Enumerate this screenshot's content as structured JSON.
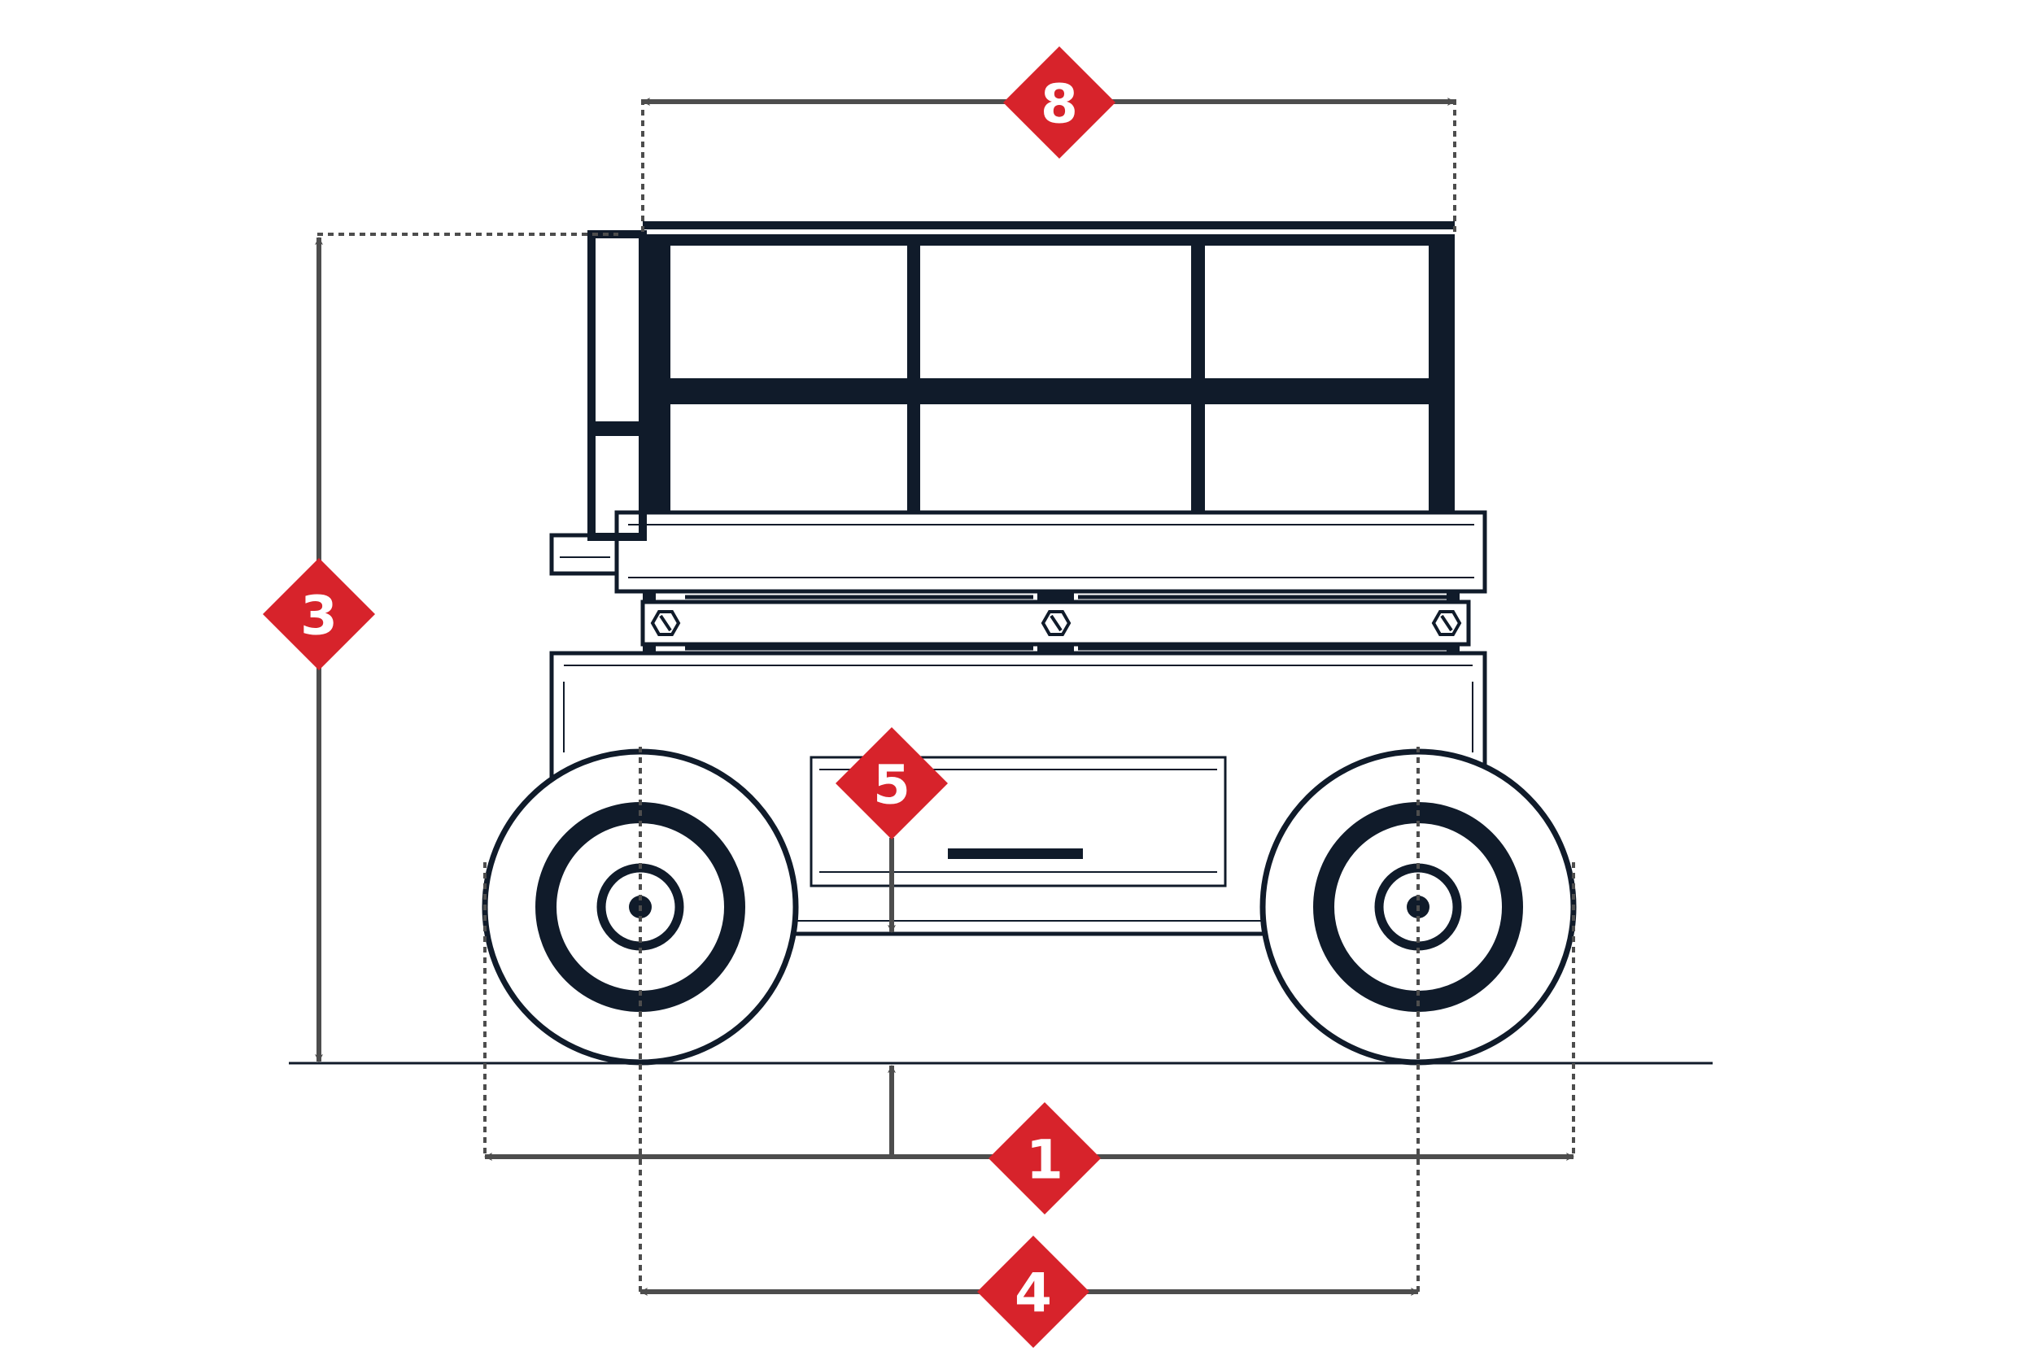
{
  "colors": {
    "structure": "#101b2a",
    "dimension": "#4d4d4d",
    "badge": "#d7232b",
    "badge_text": "#ffffff",
    "background": "#ffffff"
  },
  "badges": {
    "overall_width": "8",
    "overall_height": "3",
    "ground_clearance": "5",
    "overall_length": "1",
    "wheelbase": "4"
  }
}
